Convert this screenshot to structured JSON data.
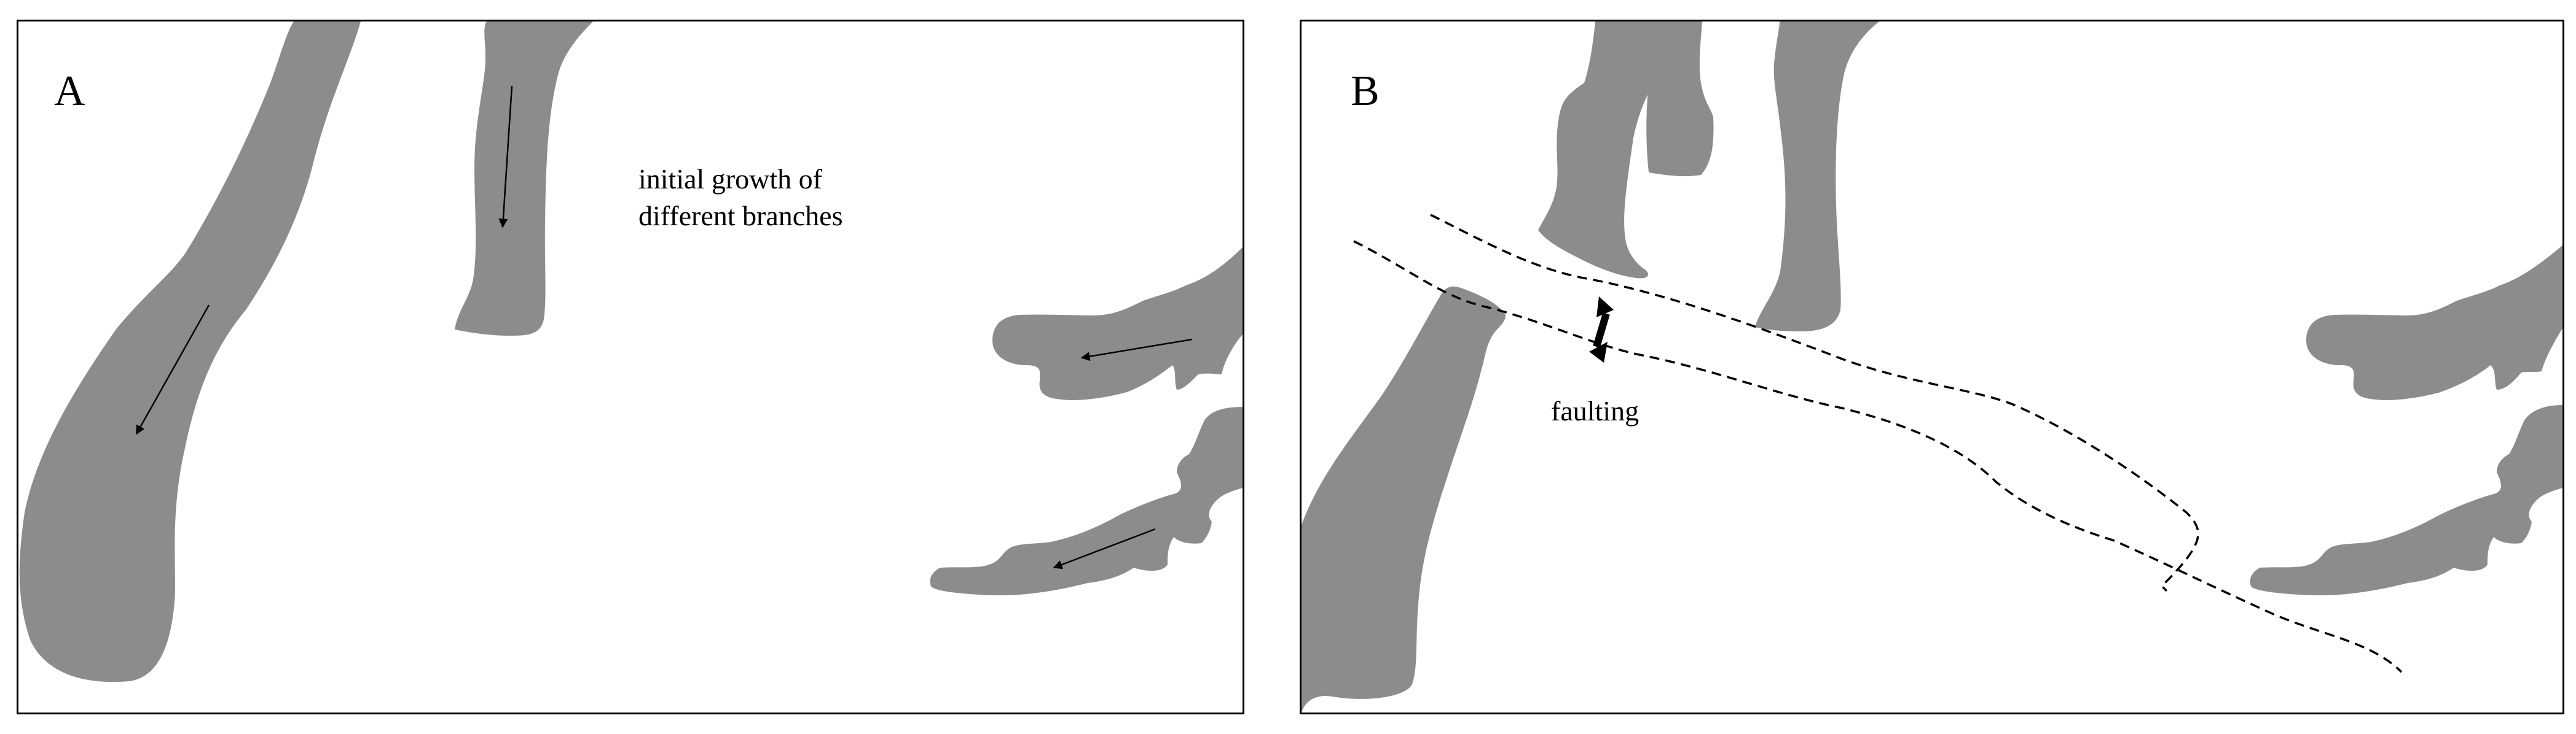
{
  "panels": [
    {
      "letter": "A",
      "annotation_lines": [
        "initial growth of",
        "different branches"
      ]
    },
    {
      "letter": "B",
      "annotation": "faulting"
    }
  ],
  "colors": {
    "branch_fill": "#8c8c8c",
    "lines": "#000000",
    "background": "#ffffff"
  }
}
